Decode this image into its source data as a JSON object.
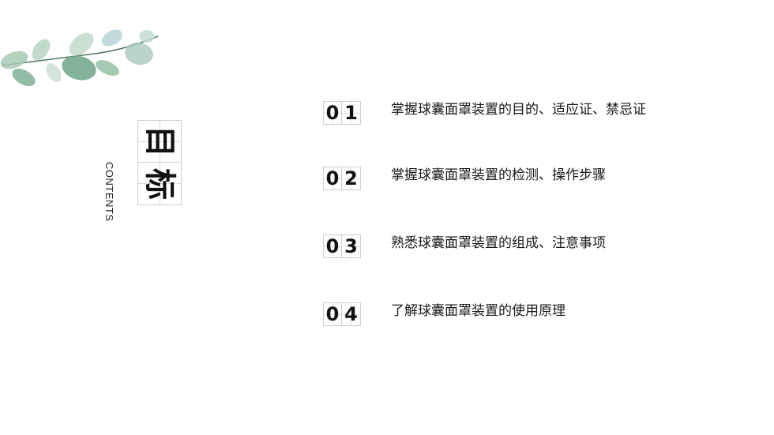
{
  "title": {
    "chars": [
      "目",
      "标"
    ],
    "subtitle": "CONTENTS"
  },
  "items": [
    {
      "digits": [
        "0",
        "1"
      ],
      "text": "掌握球囊面罩装置的目的、适应证、禁忌证"
    },
    {
      "digits": [
        "0",
        "2"
      ],
      "text": "掌握球囊面罩装置的检测、操作步骤"
    },
    {
      "digits": [
        "0",
        "3"
      ],
      "text": "熟悉球囊面罩装置的组成、注意事项"
    },
    {
      "digits": [
        "0",
        "4"
      ],
      "text": "了解球囊面罩装置的使用原理"
    }
  ],
  "colors": {
    "leaf": "#8fb9a2",
    "leaf_dark": "#5f9a7c",
    "stem": "#4f7a5e",
    "text": "#1a1a1a"
  }
}
